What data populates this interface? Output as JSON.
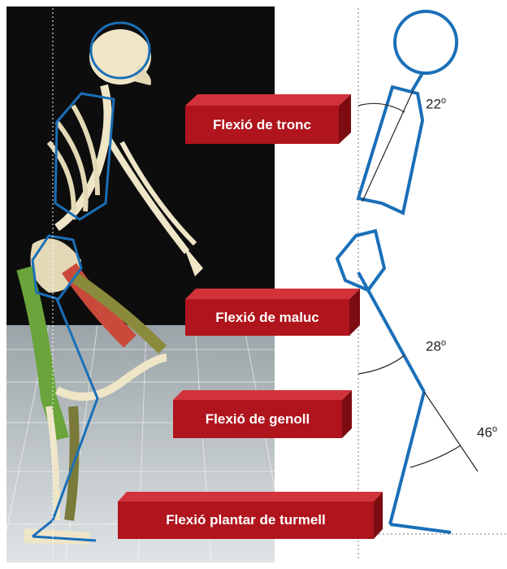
{
  "colors": {
    "label_red": "#b0141c",
    "label_red_dark": "#7d0c12",
    "label_red_light": "#d2323a",
    "stick_blue": "#1a6fb8",
    "dark_bg": "#0d0d0d",
    "floor": "#c9d2d6",
    "bone": "#efe6c8"
  },
  "labels": {
    "trunk": "Flexió de tronc",
    "hip": "Flexió de maluc",
    "knee": "Flexió de genoll",
    "ankle": "Flexió plantar de turmell"
  },
  "angles": {
    "trunk": {
      "value": "22",
      "unit": "o"
    },
    "hip": {
      "value": "28",
      "unit": "o"
    },
    "knee": {
      "value": "46",
      "unit": "o"
    }
  },
  "icons": {
    "skeleton": "3d-skeleton-muscle-model",
    "stick_figure": "stick-figure-diagram"
  }
}
